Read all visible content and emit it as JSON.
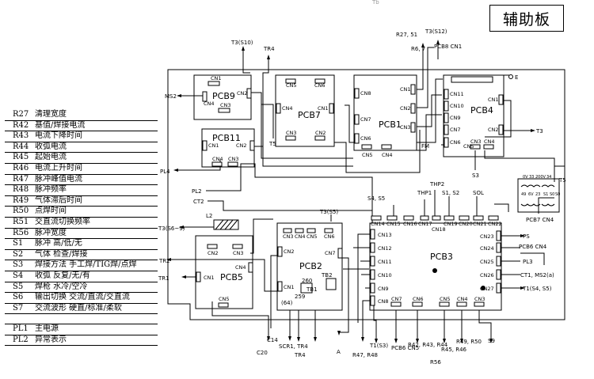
{
  "header": {
    "title": "辅助板",
    "top_mark": "Tb"
  },
  "legend": {
    "rows": [
      {
        "code": "R27",
        "desc": "清理宽度"
      },
      {
        "code": "R42",
        "desc": "基值/焊接电流"
      },
      {
        "code": "R43",
        "desc": "电流下降时间"
      },
      {
        "code": "R44",
        "desc": "收弧电流"
      },
      {
        "code": "R45",
        "desc": "起始电流"
      },
      {
        "code": "R46",
        "desc": "电流上升时间"
      },
      {
        "code": "R47",
        "desc": "脉冲峰值电流"
      },
      {
        "code": "R48",
        "desc": "脉冲频率"
      },
      {
        "code": "R49",
        "desc": "气体滞后时间"
      },
      {
        "code": "R50",
        "desc": "点焊时间"
      },
      {
        "code": "R51",
        "desc": "交直流切换频率"
      },
      {
        "code": "R56",
        "desc": " 脉冲宽度"
      },
      {
        "code": "S1",
        "desc": "脉冲 高/低/无"
      },
      {
        "code": "S2",
        "desc": "气体 检查/焊接"
      },
      {
        "code": "S3",
        "desc": "焊接方法 手工焊/TIG焊/点焊"
      },
      {
        "code": "S4",
        "desc": "收弧 反复/无/有"
      },
      {
        "code": "S5",
        "desc": "焊枪 水冷/空冷"
      },
      {
        "code": "S6",
        "desc": "输出切换 交流/直流/交直流"
      },
      {
        "code": "S7",
        "desc": "交流波形 硬直/标准/柔软"
      }
    ],
    "rows2": [
      {
        "code": "PL1",
        "desc": "主电源"
      },
      {
        "code": "PL2",
        "desc": "异常表示"
      }
    ]
  },
  "boards": {
    "pcb9": "PCB9",
    "pcb7": "PCB7",
    "pcb1": "PCB1",
    "pcb4": "PCB4",
    "pcb11": "PCB11",
    "pcb5": "PCB5",
    "pcb2": "PCB2",
    "pcb3": "PCB3"
  },
  "connectors": {
    "pcb9": [
      "CN1",
      "CN2",
      "CN4",
      "CN3"
    ],
    "pcb7": [
      "CN5",
      "CN6",
      "CN4",
      "CN1",
      "CN3",
      "CN2"
    ],
    "pcb1": [
      "CN8",
      "CN1",
      "CN2",
      "CN3",
      "CN7",
      "CN6",
      "CN5",
      "CN4"
    ],
    "pcb4": [
      "CN11",
      "CN10",
      "CN9",
      "CN7",
      "CN6",
      "CN1",
      "CN2",
      "CN5",
      "CN3",
      "CN4"
    ],
    "pcb11": [
      "CN1",
      "CN2",
      "CN4",
      "CN3"
    ],
    "pcb5": [
      "CN2",
      "CN3",
      "CN4",
      "CN1",
      "CN5"
    ],
    "pcb2": [
      "CN3",
      "CN4",
      "CN5",
      "CN6",
      "CN2",
      "CN7",
      "CN1"
    ],
    "pcb3_top": [
      "CN14",
      "CN15",
      "CN16",
      "CN17",
      "CN18",
      "CN19",
      "CN20",
      "CN21",
      "CN22"
    ],
    "pcb3_left": [
      "CN13",
      "CN12",
      "CN11",
      "CN10",
      "CN9",
      "CN8"
    ],
    "pcb3_right": [
      "CN23",
      "CN24",
      "CN25",
      "CN26",
      "CN27"
    ],
    "pcb3_bottom": [
      "CN7",
      "CN6",
      "CN5",
      "CN4",
      "CN3"
    ]
  },
  "signals": {
    "t3_s10": "T3(S10)",
    "tr4_top": "TR4",
    "r27_51": "R27, 51",
    "r6_7": "R6, 7",
    "t3_s12": "T3(S12)",
    "pcb8_cn1": "PCB8  CN1",
    "e": "E",
    "ms2": "MS2",
    "t5": "T5",
    "fm": "FM",
    "t3_right": "T3",
    "s3": "S3",
    "pl4": "PL4",
    "pl2": "PL2",
    "ct2": "CT2",
    "t3_s6_9": "T3(S6~9)",
    "l2": "L2",
    "tr2": "TR2",
    "tr1": "TR1",
    "t3_s5": "T3(S5)",
    "s4_s5": "S4, S5",
    "thp1": "THP1",
    "thp2": "THP2",
    "s1_s2": "S1, S2",
    "sol": "SOL",
    "ps": "PS",
    "pcb6_cn4": "PCB6 CN4",
    "pl3": "PL3",
    "ct1_ms2": "CT1, MS2(a)",
    "t1_s4_s5": "T1(S4, S5)",
    "pcb7_cn4": "PCB7 CN4",
    "t5_right": "T5",
    "tb1": "TB1",
    "tb2": "TB2",
    "n260": "260",
    "n259": "259",
    "n64": "(64)",
    "c14": "C14",
    "c20": "C20",
    "scr1_tr4": "SCR1, TR4",
    "tr4_bottom": "TR4",
    "a": "A",
    "r47_r48": "R47, R48",
    "t1_s3": "T1(S3)",
    "pcb6_cn5": "PCB6 CN5",
    "r42_r43_r44": "R42, R43, R44",
    "r56": "R56",
    "r45_r46": "R45, R46",
    "r49_r50": "R49, R50",
    "s9": "S9",
    "transformer": [
      "0V",
      "33",
      "200V",
      "34",
      "49",
      "6V",
      "23",
      "S1",
      "S0",
      "S0"
    ]
  }
}
